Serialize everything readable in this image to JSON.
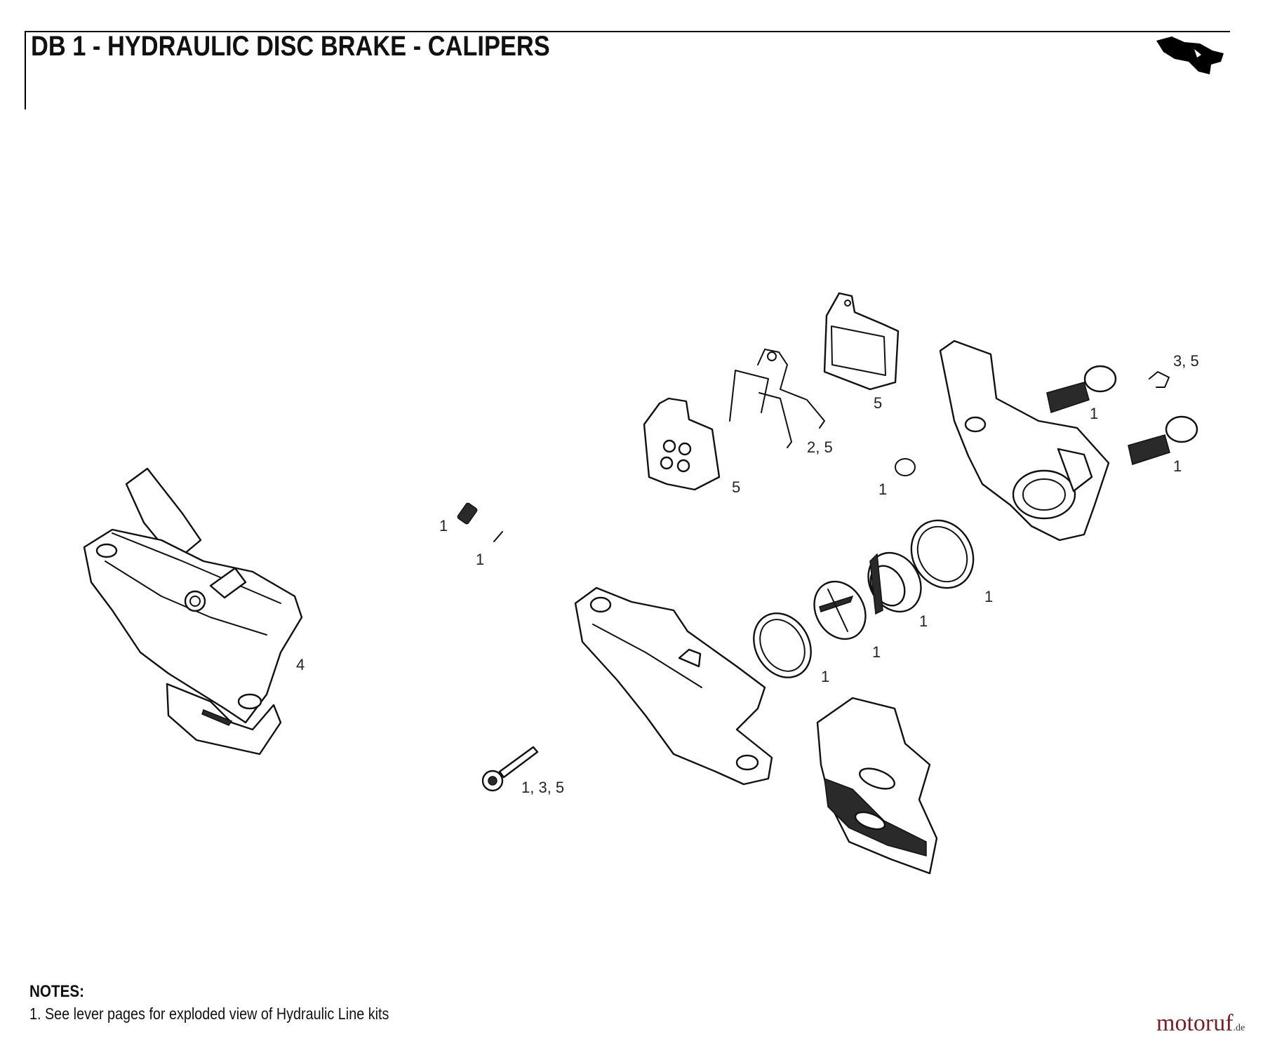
{
  "header": {
    "title": "DB 1 - HYDRAULIC DISC BRAKE - CALIPERS",
    "icon": "caliper-silhouette-icon"
  },
  "callouts": {
    "c1": "3, 5",
    "c2": "1",
    "c3": "1",
    "c4": "5",
    "c5": "2, 5",
    "c6": "5",
    "c7": "1",
    "c8": "1",
    "c9": "1",
    "c10": "4",
    "c11": "1",
    "c12": "1",
    "c13": "1",
    "c14": "1",
    "c15": "1, 3, 5"
  },
  "notes": {
    "title": "NOTES:",
    "items": [
      "1. See lever pages for exploded view of Hydraulic Line kits"
    ]
  },
  "brand": {
    "name": "motoruf",
    "tld": ".de",
    "color": "#7a1f1f"
  }
}
